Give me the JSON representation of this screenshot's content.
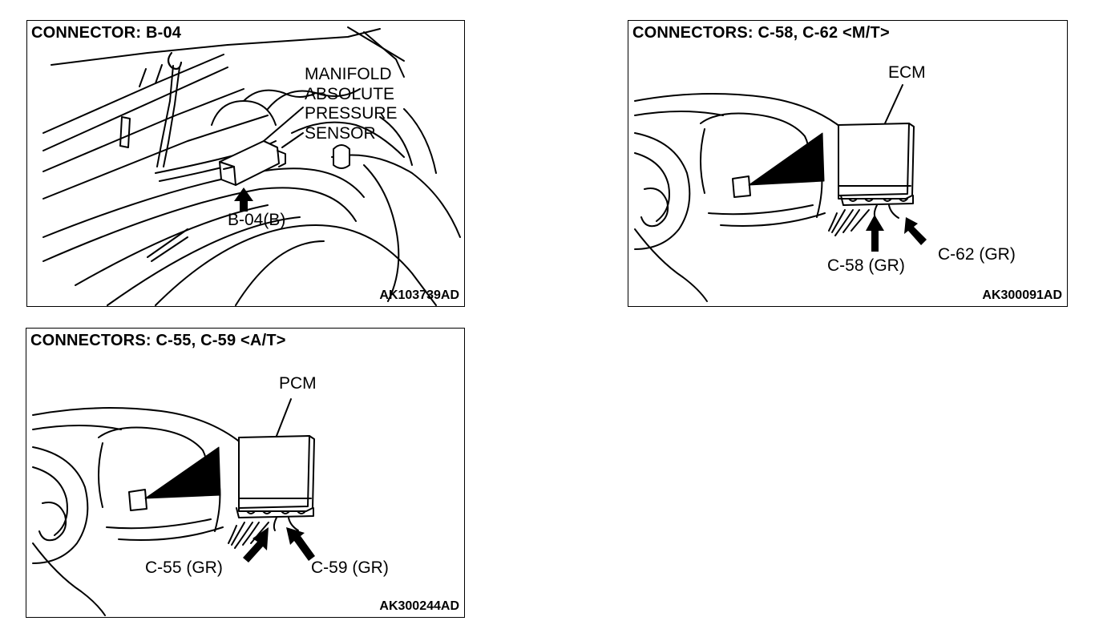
{
  "panels": [
    {
      "title": "CONNECTOR: B-04",
      "code": "AK103739AD",
      "component_label": "MANIFOLD\nABSOLUTE\nPRESSURE\nSENSOR",
      "connector_labels": [
        "B-04(B)"
      ]
    },
    {
      "title": "CONNECTORS: C-58, C-62 <M/T>",
      "code": "AK300091AD",
      "component_label": "ECM",
      "connector_labels": [
        "C-58 (GR)",
        "C-62 (GR)"
      ]
    },
    {
      "title": "CONNECTORS: C-55, C-59 <A/T>",
      "code": "AK300244AD",
      "component_label": "PCM",
      "connector_labels": [
        "C-55 (GR)",
        "C-59 (GR)"
      ]
    }
  ]
}
